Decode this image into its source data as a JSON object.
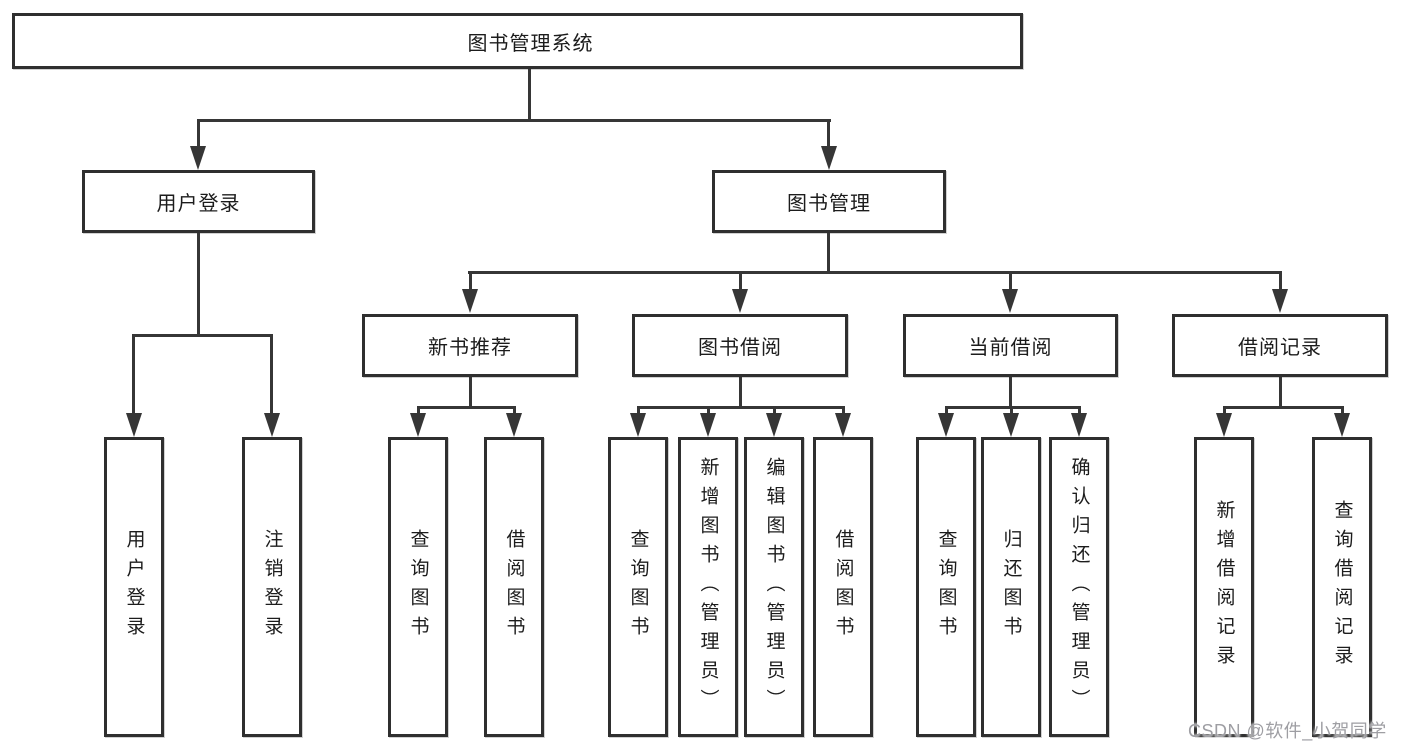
{
  "colors": {
    "line": "#363636",
    "border": "#2f2f2f",
    "text": "#1c1c1c",
    "watermark": "#9e9ea3",
    "background": "#ffffff"
  },
  "watermark": {
    "text": "CSDN @软件_小贺同学"
  },
  "tree": {
    "root": {
      "label": "图书管理系统"
    },
    "children": [
      {
        "label": "用户登录",
        "children": [
          {
            "label": "用户登录"
          },
          {
            "label": "注销登录"
          }
        ]
      },
      {
        "label": "图书管理",
        "children": [
          {
            "label": "新书推荐",
            "children": [
              {
                "label": "查询图书"
              },
              {
                "label": "借阅图书"
              }
            ]
          },
          {
            "label": "图书借阅",
            "children": [
              {
                "label": "查询图书"
              },
              {
                "label": "新增图书（管理员）"
              },
              {
                "label": "编辑图书（管理员）"
              },
              {
                "label": "借阅图书"
              }
            ]
          },
          {
            "label": "当前借阅",
            "children": [
              {
                "label": "查询图书"
              },
              {
                "label": "归还图书"
              },
              {
                "label": "确认归还（管理员）"
              }
            ]
          },
          {
            "label": "借阅记录",
            "children": [
              {
                "label": "新增借阅记录"
              },
              {
                "label": "查询借阅记录"
              }
            ]
          }
        ]
      }
    ]
  }
}
